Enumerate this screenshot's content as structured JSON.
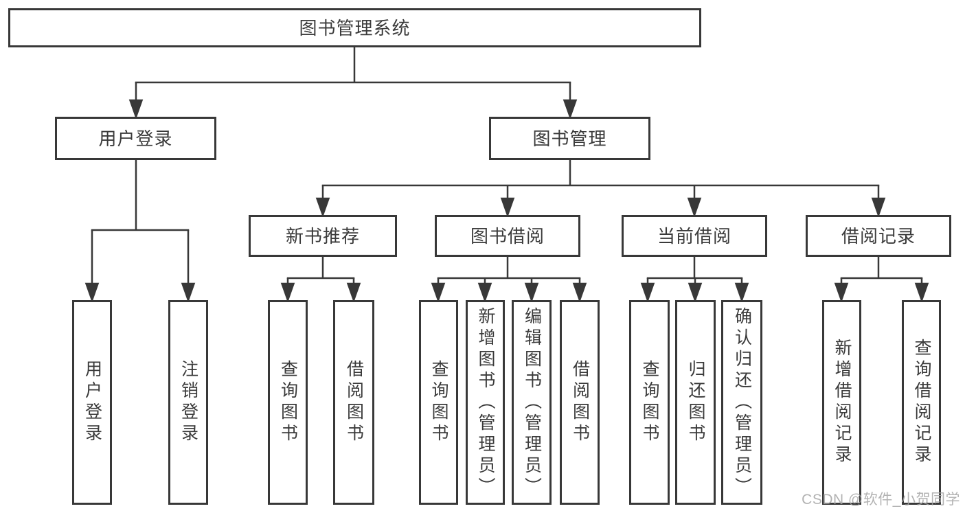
{
  "diagram": {
    "root": {
      "label": "图书管理系统"
    },
    "branches": [
      {
        "label": "用户登录",
        "leaves": [
          {
            "label": "用户登录"
          },
          {
            "label": "注销登录"
          }
        ]
      },
      {
        "label": "图书管理",
        "groups": [
          {
            "label": "新书推荐",
            "leaves": [
              {
                "label": "查询图书"
              },
              {
                "label": "借阅图书"
              }
            ]
          },
          {
            "label": "图书借阅",
            "leaves": [
              {
                "label": "查询图书"
              },
              {
                "label": "新增图书（管理员）"
              },
              {
                "label": "编辑图书（管理员）"
              },
              {
                "label": "借阅图书"
              }
            ]
          },
          {
            "label": "当前借阅",
            "leaves": [
              {
                "label": "查询图书"
              },
              {
                "label": "归还图书"
              },
              {
                "label": "确认归还（管理员）"
              }
            ]
          },
          {
            "label": "借阅记录",
            "leaves": [
              {
                "label": "新增借阅记录"
              },
              {
                "label": "查询借阅记录"
              }
            ]
          }
        ]
      }
    ]
  },
  "watermark": {
    "text": "CSDN @软件_小贺同学"
  },
  "colors": {
    "line": "#383838",
    "box_border": "#383838",
    "text": "#3a3a3a",
    "background": "#ffffff",
    "watermark": "#a5a5a5"
  }
}
